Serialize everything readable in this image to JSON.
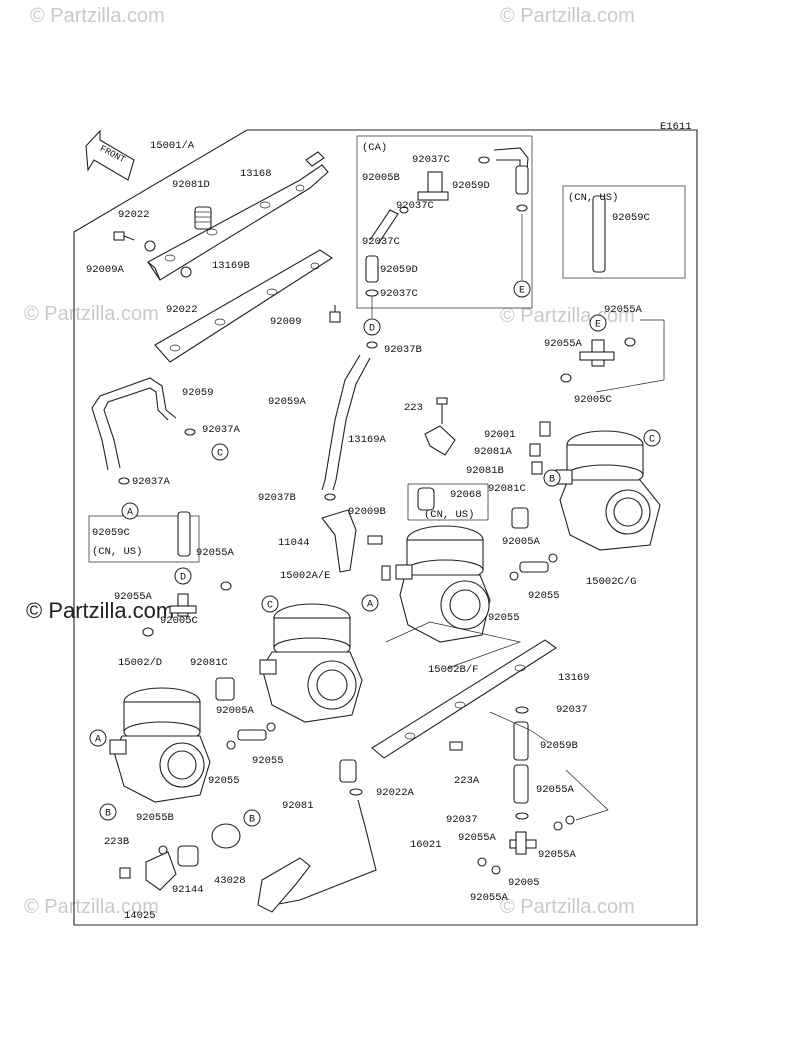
{
  "diagram_code": "E1611",
  "front_label": "FRONT",
  "watermark": "© Partzilla.com",
  "watermark_short": "© Partzilla.com",
  "part_labels": [
    {
      "id": "p1",
      "text": "15001/A"
    },
    {
      "id": "p2",
      "text": "92081D"
    },
    {
      "id": "p3",
      "text": "13168"
    },
    {
      "id": "p4",
      "text": "92022"
    },
    {
      "id": "p5",
      "text": "92009A"
    },
    {
      "id": "p6",
      "text": "13169B"
    },
    {
      "id": "p7",
      "text": "92022"
    },
    {
      "id": "p8",
      "text": "92009"
    },
    {
      "id": "p9",
      "text": "92059"
    },
    {
      "id": "p10",
      "text": "92037A"
    },
    {
      "id": "p11",
      "text": "92037A"
    },
    {
      "id": "p12",
      "text": "92059C"
    },
    {
      "id": "p13",
      "text": "(CN, US)"
    },
    {
      "id": "p14",
      "text": "(CA)"
    },
    {
      "id": "p15",
      "text": "92037C"
    },
    {
      "id": "p16",
      "text": "92005B"
    },
    {
      "id": "p17",
      "text": "92059D"
    },
    {
      "id": "p18",
      "text": "92037C"
    },
    {
      "id": "p19",
      "text": "92037C"
    },
    {
      "id": "p20",
      "text": "92059D"
    },
    {
      "id": "p21",
      "text": "92037C"
    },
    {
      "id": "p22",
      "text": "(CN, US)"
    },
    {
      "id": "p23",
      "text": "92059C"
    },
    {
      "id": "p24",
      "text": "92055A"
    },
    {
      "id": "p25",
      "text": "92055A"
    },
    {
      "id": "p26",
      "text": "92005C"
    },
    {
      "id": "p27",
      "text": "92037B"
    },
    {
      "id": "p28",
      "text": "92059A"
    },
    {
      "id": "p29",
      "text": "223"
    },
    {
      "id": "p30",
      "text": "13169A"
    },
    {
      "id": "p31",
      "text": "92001"
    },
    {
      "id": "p32",
      "text": "92081A"
    },
    {
      "id": "p33",
      "text": "92081B"
    },
    {
      "id": "p34",
      "text": "92037B"
    },
    {
      "id": "p35",
      "text": "92068"
    },
    {
      "id": "p36",
      "text": "(CN, US)"
    },
    {
      "id": "p37",
      "text": "92081C"
    },
    {
      "id": "p38",
      "text": "92009B"
    },
    {
      "id": "p39",
      "text": "11044"
    },
    {
      "id": "p40",
      "text": "92055A"
    },
    {
      "id": "p41",
      "text": "92005A"
    },
    {
      "id": "p42",
      "text": "15002C/G"
    },
    {
      "id": "p43",
      "text": "92055"
    },
    {
      "id": "p44",
      "text": "92055"
    },
    {
      "id": "p45",
      "text": "15002A/E"
    },
    {
      "id": "p46",
      "text": "92055A"
    },
    {
      "id": "p47",
      "text": "92005C"
    },
    {
      "id": "p48",
      "text": "15002/D"
    },
    {
      "id": "p49",
      "text": "92081C"
    },
    {
      "id": "p50",
      "text": "15002B/F"
    },
    {
      "id": "p51",
      "text": "13169"
    },
    {
      "id": "p52",
      "text": "92005A"
    },
    {
      "id": "p53",
      "text": "92037"
    },
    {
      "id": "p54",
      "text": "92055"
    },
    {
      "id": "p55",
      "text": "92055"
    },
    {
      "id": "p56",
      "text": "92081"
    },
    {
      "id": "p57",
      "text": "92059B"
    },
    {
      "id": "p58",
      "text": "223A"
    },
    {
      "id": "p59",
      "text": "92022A"
    },
    {
      "id": "p60",
      "text": "92055A"
    },
    {
      "id": "p61",
      "text": "92055B"
    },
    {
      "id": "p62",
      "text": "92037"
    },
    {
      "id": "p63",
      "text": "223B"
    },
    {
      "id": "p64",
      "text": "92055A"
    },
    {
      "id": "p65",
      "text": "16021"
    },
    {
      "id": "p66",
      "text": "92055A"
    },
    {
      "id": "p67",
      "text": "92144"
    },
    {
      "id": "p68",
      "text": "43028"
    },
    {
      "id": "p69",
      "text": "92005"
    },
    {
      "id": "p70",
      "text": "14025"
    },
    {
      "id": "p71",
      "text": "92055A"
    }
  ],
  "callouts": [
    {
      "id": "c1",
      "text": "C"
    },
    {
      "id": "c2",
      "text": "A"
    },
    {
      "id": "c3",
      "text": "D"
    },
    {
      "id": "c4",
      "text": "E"
    },
    {
      "id": "c5",
      "text": "E"
    },
    {
      "id": "c6",
      "text": "C"
    },
    {
      "id": "c7",
      "text": "B"
    },
    {
      "id": "c8",
      "text": "D"
    },
    {
      "id": "c9",
      "text": "C"
    },
    {
      "id": "c10",
      "text": "A"
    },
    {
      "id": "c11",
      "text": "A"
    },
    {
      "id": "c12",
      "text": "B"
    },
    {
      "id": "c13",
      "text": "B"
    }
  ]
}
